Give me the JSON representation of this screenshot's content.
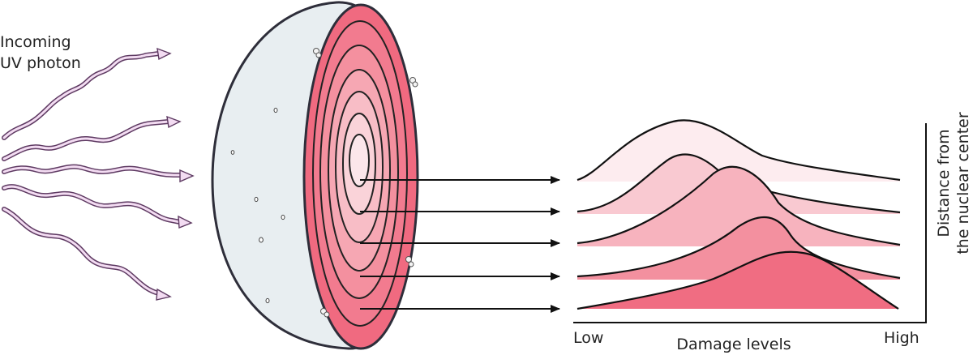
{
  "labels": {
    "incoming_line1": "Incoming",
    "incoming_line2": "UV photon",
    "axis_low": "Low",
    "axis_high": "High",
    "axis_x": "Damage levels",
    "axis_y_line1": "Distance from",
    "axis_y_line2": "the nuclear center"
  },
  "colors": {
    "outline": "#2e2e3a",
    "hemisphere_shell": "#e8eef1",
    "photon_fill": "#f3dcf2",
    "photon_outline": "#5e3a62",
    "ring_outer": "#f06a80",
    "ring_inner": "#fbe6ea",
    "arrow": "#111111"
  },
  "diagram": {
    "photon_count": 5,
    "ring_count": 6,
    "distribution_count": 5,
    "distribution_fills": [
      "#fdecef",
      "#f9c9d1",
      "#f7b3be",
      "#f3909f",
      "#f06d82"
    ]
  }
}
